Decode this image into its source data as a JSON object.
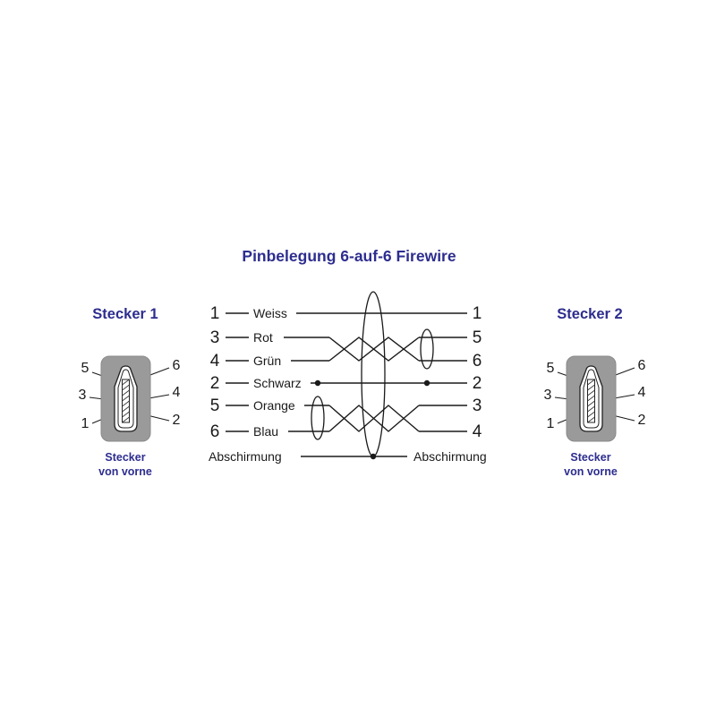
{
  "title": "Pinbelegung 6-auf-6 Firewire",
  "colors": {
    "heading": "#2d2d8f",
    "line": "#1a1a1a",
    "connector_body": "#9a9a9a"
  },
  "connector1": {
    "heading": "Stecker 1",
    "caption1": "Stecker",
    "caption2": "von vorne",
    "pin5": "5",
    "pin6": "6",
    "pin3": "3",
    "pin4": "4",
    "pin1": "1",
    "pin2": "2"
  },
  "connector2": {
    "heading": "Stecker 2",
    "caption1": "Stecker",
    "caption2": "von vorne",
    "pin5": "5",
    "pin6": "6",
    "pin3": "3",
    "pin4": "4",
    "pin1": "1",
    "pin2": "2"
  },
  "wiring": {
    "rows": [
      {
        "left": "1",
        "color": "Weiss",
        "right": "1"
      },
      {
        "left": "3",
        "color": "Rot",
        "right": "5"
      },
      {
        "left": "4",
        "color": "Grün",
        "right": "6"
      },
      {
        "left": "2",
        "color": "Schwarz",
        "right": "2"
      },
      {
        "left": "5",
        "color": "Orange",
        "right": "3"
      },
      {
        "left": "6",
        "color": "Blau",
        "right": "4"
      }
    ],
    "shield_left": "Abschirmung",
    "shield_right": "Abschirmung"
  }
}
